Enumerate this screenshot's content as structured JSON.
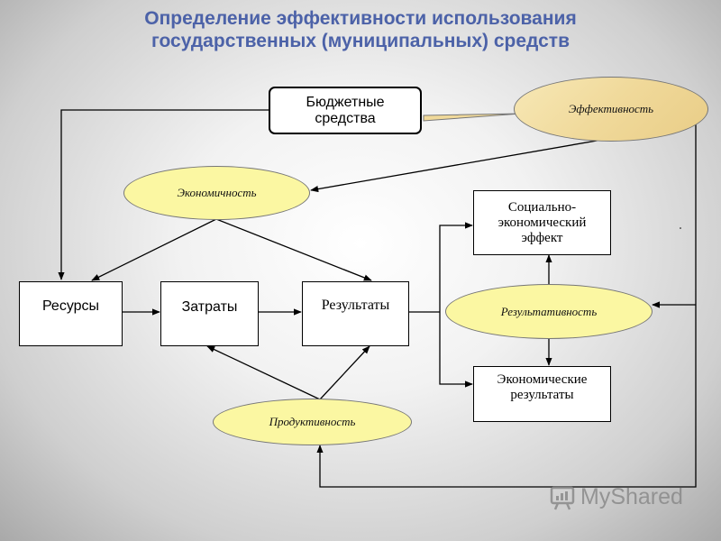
{
  "title": {
    "line1": "Определение эффективности использования",
    "line2": "государственных (муниципальных) средств"
  },
  "boxes": {
    "budget": "Бюджетные средства",
    "resources": "Ресурсы",
    "costs": "Затраты",
    "results": "Результаты",
    "social_effect": "Социально-экономический эффект",
    "economic_results": "Экономические результаты"
  },
  "ovals": {
    "efficiency": "Эффективность",
    "economy": "Экономичность",
    "effectiveness": "Результативность",
    "productivity": "Продуктивность"
  },
  "watermark": "MyShared",
  "colors": {
    "title": "#4c62a8",
    "oval_fill": "#fbf7a2",
    "parchment": "#f0d99a"
  }
}
